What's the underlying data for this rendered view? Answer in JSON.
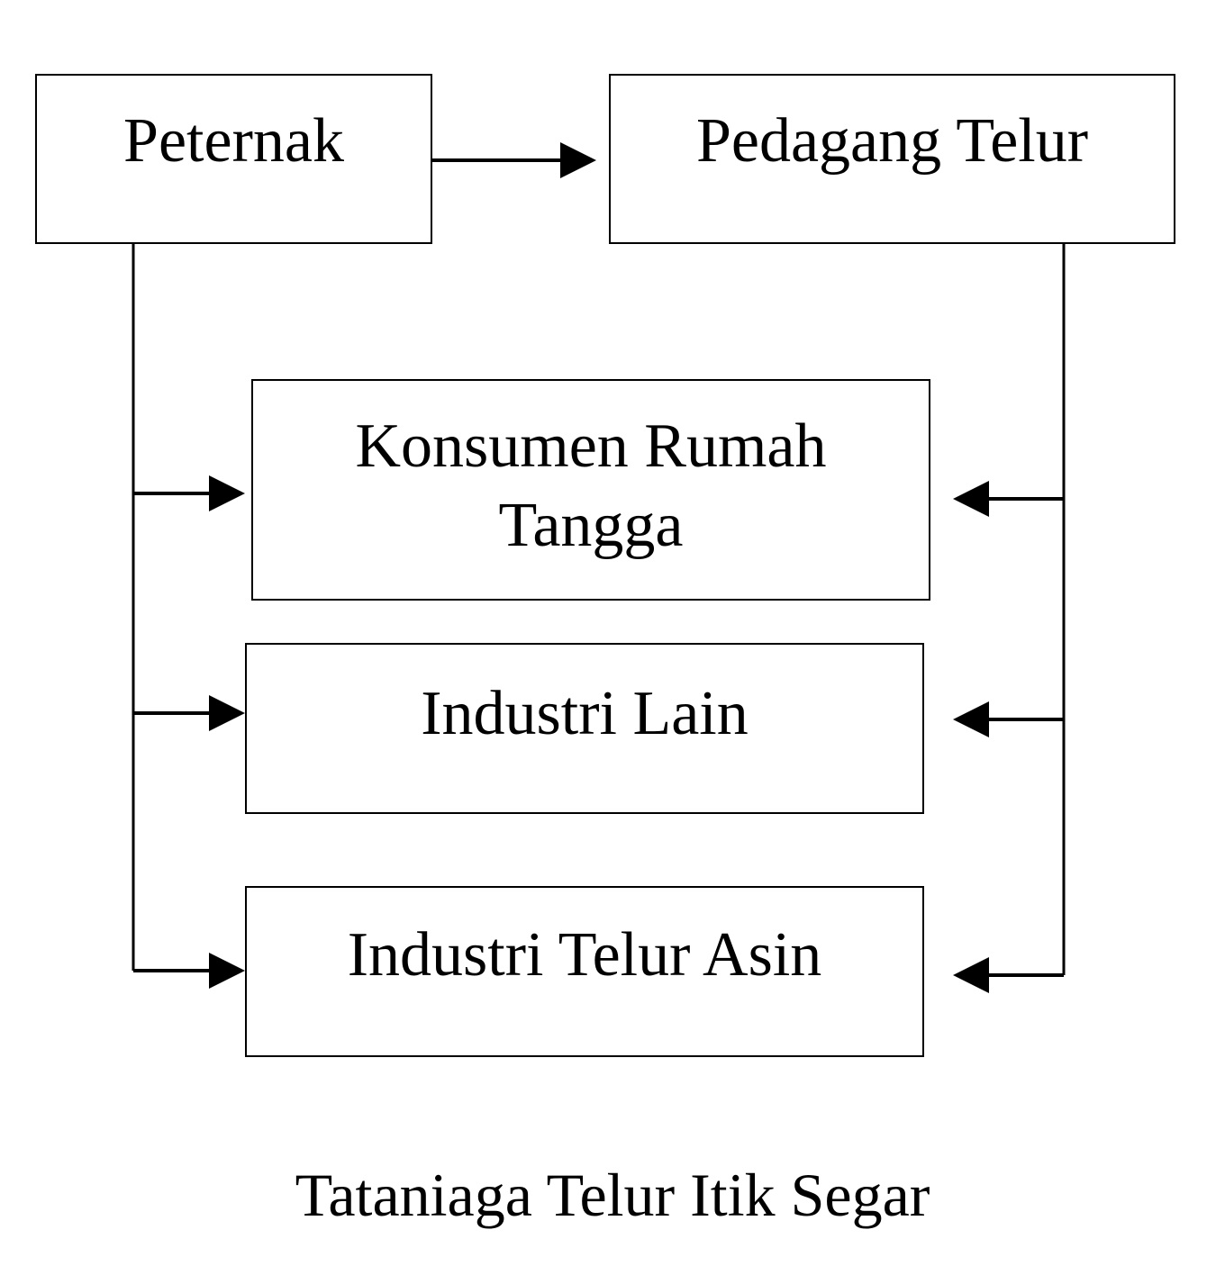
{
  "diagram": {
    "nodes": {
      "peternak": {
        "label": "Peternak"
      },
      "pedagang_telur": {
        "label": "Pedagang Telur"
      },
      "konsumen_rumah_tangga": {
        "label_line1": "Konsumen Rumah",
        "label_line2": "Tangga"
      },
      "industri_lain": {
        "label": "Industri Lain"
      },
      "industri_telur_asin": {
        "label": "Industri Telur Asin"
      }
    },
    "edges": [
      {
        "from": "peternak",
        "to": "pedagang_telur"
      },
      {
        "from": "peternak",
        "to": "konsumen_rumah_tangga"
      },
      {
        "from": "peternak",
        "to": "industri_lain"
      },
      {
        "from": "peternak",
        "to": "industri_telur_asin"
      },
      {
        "from": "pedagang_telur",
        "to": "konsumen_rumah_tangga"
      },
      {
        "from": "pedagang_telur",
        "to": "industri_lain"
      },
      {
        "from": "pedagang_telur",
        "to": "industri_telur_asin"
      }
    ],
    "caption": "Tataniaga Telur Itik Segar",
    "line_color": "#000000"
  }
}
